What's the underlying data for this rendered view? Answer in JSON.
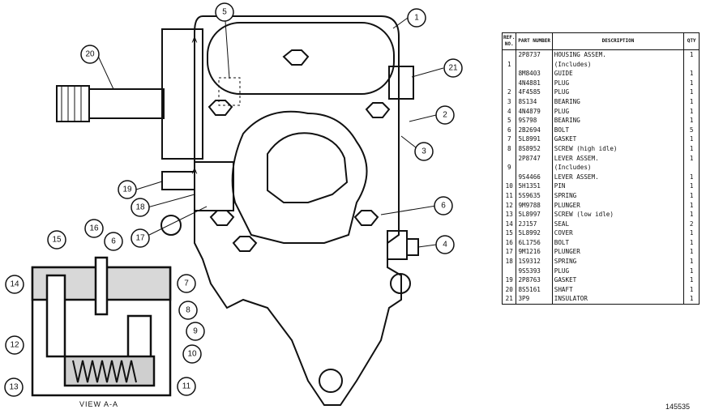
{
  "table": {
    "headers": {
      "ref": "REF. NO.",
      "part": "PART NUMBER",
      "desc": "DESCRIPTION",
      "qty": "QTY"
    },
    "rows": [
      {
        "ref": "",
        "part": "2P8737",
        "desc": "HOUSING ASSEM.",
        "qty": "1"
      },
      {
        "ref": "1",
        "part": "",
        "desc": "(Includes)",
        "qty": ""
      },
      {
        "ref": "",
        "part": "8M8403",
        "desc": "GUIDE",
        "qty": "1"
      },
      {
        "ref": "",
        "part": "4N4881",
        "desc": "PLUG",
        "qty": "1"
      },
      {
        "ref": "2",
        "part": "4F4585",
        "desc": "PLUG",
        "qty": "1"
      },
      {
        "ref": "3",
        "part": "8S134",
        "desc": "BEARING",
        "qty": "1"
      },
      {
        "ref": "4",
        "part": "4N4879",
        "desc": "PLUG",
        "qty": "1"
      },
      {
        "ref": "5",
        "part": "9S798",
        "desc": "BEARING",
        "qty": "1"
      },
      {
        "ref": "6",
        "part": "2B2694",
        "desc": "BOLT",
        "qty": "5"
      },
      {
        "ref": "7",
        "part": "5L8991",
        "desc": "GASKET",
        "qty": "1"
      },
      {
        "ref": "8",
        "part": "8S8952",
        "desc": "SCREW (high idle)",
        "qty": "1"
      },
      {
        "ref": "",
        "part": "2P8747",
        "desc": "LEVER ASSEM.",
        "qty": "1"
      },
      {
        "ref": "9",
        "part": "",
        "desc": "(Includes)",
        "qty": ""
      },
      {
        "ref": "",
        "part": "9S4466",
        "desc": "LEVER ASSEM.",
        "qty": "1"
      },
      {
        "ref": "10",
        "part": "5H1351",
        "desc": "PIN",
        "qty": "1"
      },
      {
        "ref": "11",
        "part": "5S9635",
        "desc": "SPRING",
        "qty": "1"
      },
      {
        "ref": "12",
        "part": "9M9788",
        "desc": "PLUNGER",
        "qty": "1"
      },
      {
        "ref": "13",
        "part": "5L8997",
        "desc": "SCREW (low idle)",
        "qty": "1"
      },
      {
        "ref": "14",
        "part": "2J157",
        "desc": "SEAL",
        "qty": "2"
      },
      {
        "ref": "15",
        "part": "5L8992",
        "desc": "COVER",
        "qty": "1"
      },
      {
        "ref": "16",
        "part": "6L1756",
        "desc": "BOLT",
        "qty": "1"
      },
      {
        "ref": "17",
        "part": "9M1216",
        "desc": "PLUNGER",
        "qty": "1"
      },
      {
        "ref": "18",
        "part": "1S9312",
        "desc": "SPRING",
        "qty": "1"
      },
      {
        "ref": "",
        "part": "9S5393",
        "desc": "PLUG",
        "qty": "1"
      },
      {
        "ref": "19",
        "part": "2P8763",
        "desc": "GASKET",
        "qty": "1"
      },
      {
        "ref": "20",
        "part": "8S5161",
        "desc": "SHAFT",
        "qty": "1"
      },
      {
        "ref": "21",
        "part": "3P9",
        "desc": "INSULATOR",
        "qty": "1"
      }
    ]
  },
  "callouts": [
    "1",
    "2",
    "3",
    "4",
    "5",
    "6",
    "7",
    "8",
    "9",
    "10",
    "11",
    "12",
    "13",
    "14",
    "15",
    "16",
    "17",
    "18",
    "19",
    "20",
    "21"
  ],
  "section_marks": {
    "a_top": "A",
    "a_left": "A"
  },
  "view_label": "VIEW A-A",
  "figure_number": "145535"
}
